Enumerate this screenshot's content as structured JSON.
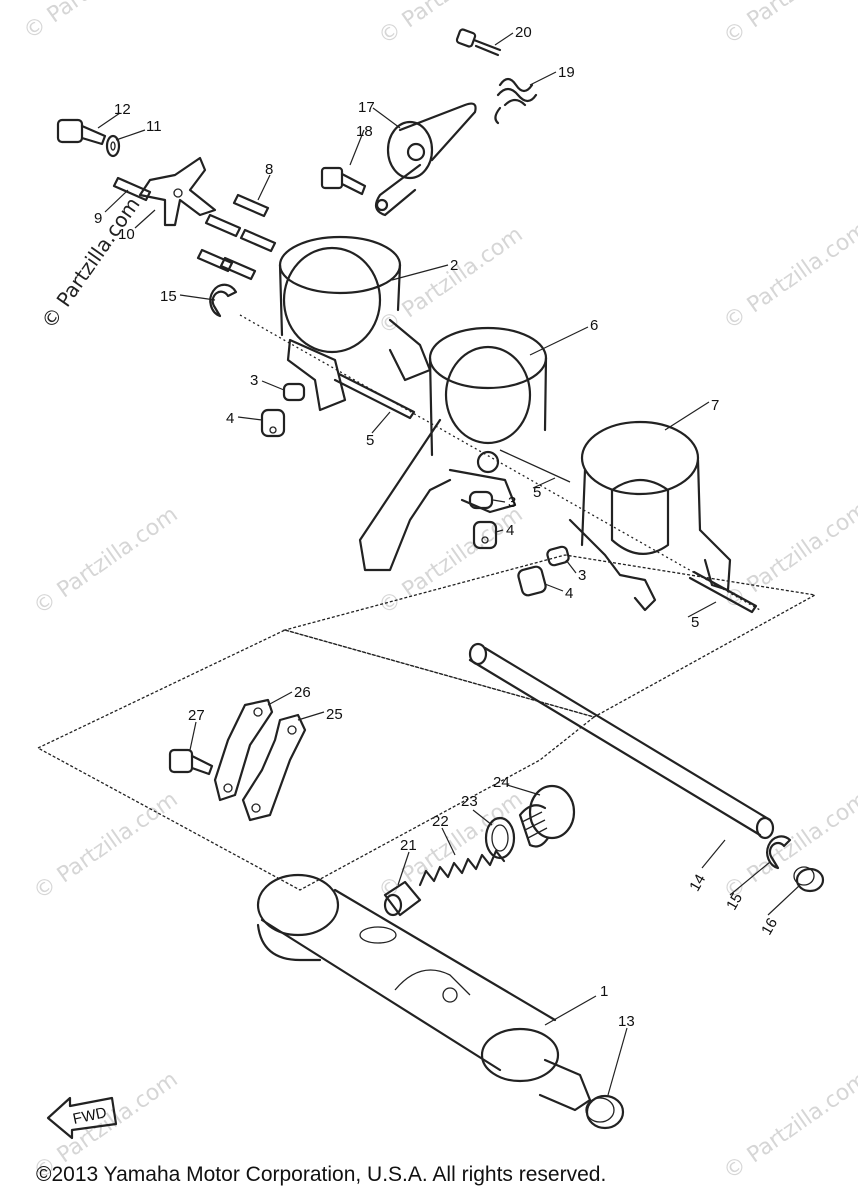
{
  "copyright": "©2013 Yamaha Motor Corporation, U.S.A. All rights reserved.",
  "watermark_text": "© Partzilla.com",
  "fwd_label": "FWD",
  "callouts": [
    {
      "id": "c20",
      "label": "20"
    },
    {
      "id": "c19",
      "label": "19"
    },
    {
      "id": "c17",
      "label": "17"
    },
    {
      "id": "c18",
      "label": "18"
    },
    {
      "id": "c12",
      "label": "12"
    },
    {
      "id": "c11",
      "label": "11"
    },
    {
      "id": "c9",
      "label": "9"
    },
    {
      "id": "c10",
      "label": "10"
    },
    {
      "id": "c8",
      "label": "8"
    },
    {
      "id": "c2",
      "label": "2"
    },
    {
      "id": "c15a",
      "label": "15"
    },
    {
      "id": "c6",
      "label": "6"
    },
    {
      "id": "c3a",
      "label": "3"
    },
    {
      "id": "c4a",
      "label": "4"
    },
    {
      "id": "c5a",
      "label": "5"
    },
    {
      "id": "c7",
      "label": "7"
    },
    {
      "id": "c5b",
      "label": "5"
    },
    {
      "id": "c3b",
      "label": "3"
    },
    {
      "id": "c4b",
      "label": "4"
    },
    {
      "id": "c3c",
      "label": "3"
    },
    {
      "id": "c4c",
      "label": "4"
    },
    {
      "id": "c5c",
      "label": "5"
    },
    {
      "id": "c26",
      "label": "26"
    },
    {
      "id": "c25",
      "label": "25"
    },
    {
      "id": "c27",
      "label": "27"
    },
    {
      "id": "c24",
      "label": "24"
    },
    {
      "id": "c23",
      "label": "23"
    },
    {
      "id": "c22",
      "label": "22"
    },
    {
      "id": "c21",
      "label": "21"
    },
    {
      "id": "c14",
      "label": "14"
    },
    {
      "id": "c15b",
      "label": "15"
    },
    {
      "id": "c16",
      "label": "16"
    },
    {
      "id": "c1",
      "label": "1"
    },
    {
      "id": "c13",
      "label": "13"
    }
  ]
}
